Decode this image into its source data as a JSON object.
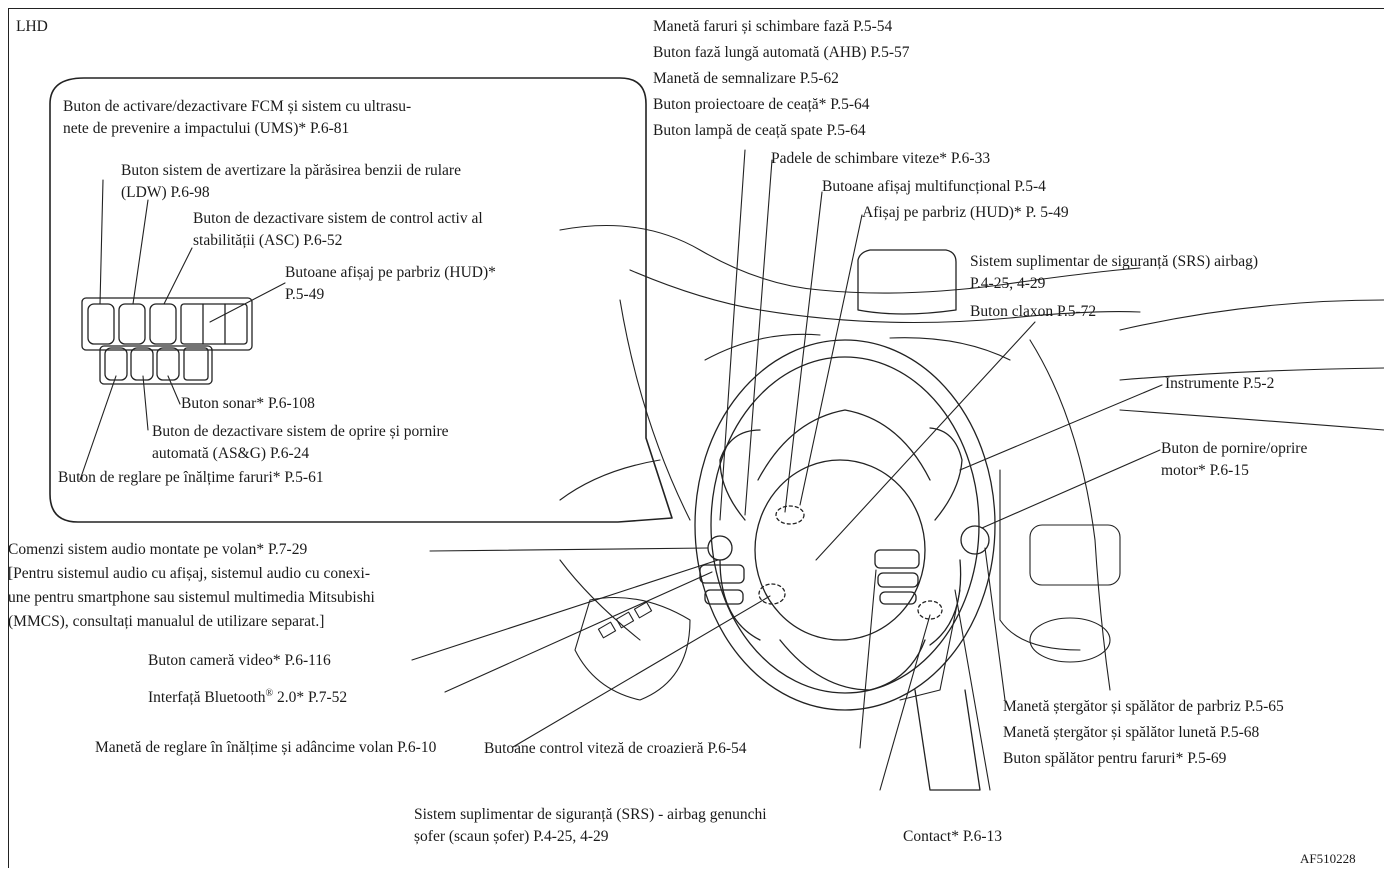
{
  "corner_label": "LHD",
  "figure_code": "AF510228",
  "callout_labels": {
    "fcm": [
      "Buton de activare/dezactivare FCM și sistem cu ultrasu-",
      "nete de prevenire a impactului (UMS)* P.6-81"
    ],
    "ldw": [
      "Buton sistem de avertizare la părăsirea benzii de rulare",
      "(LDW) P.6-98"
    ],
    "asc": [
      "Buton de dezactivare sistem de control activ al",
      "stabilității (ASC) P.6-52"
    ],
    "hud_buttons": [
      "Butoane afișaj pe parbriz (HUD)*",
      "P.5-49"
    ],
    "sonar": "Buton sonar* P.6-108",
    "asg": [
      "Buton de dezactivare sistem de oprire și pornire",
      "automată (AS&G) P.6-24"
    ],
    "headlamp_level": "Buton de reglare pe înălțime faruri* P.5-61"
  },
  "top_labels": [
    "Manetă faruri și schimbare fază P.5-54",
    "Buton fază lungă automată (AHB) P.5-57",
    "Manetă de semnalizare P.5-62",
    "Buton proiectoare de ceață* P.5-64",
    "Buton lampă de ceață spate P.5-64"
  ],
  "paddle_label": "Padele de schimbare viteze* P.6-33",
  "mfd_label": "Butoane afișaj multifuncțional P.5-4",
  "hud_label": "Afișaj pe parbriz (HUD)* P. 5-49",
  "srs_label": [
    "Sistem suplimentar de siguranță (SRS) airbag)",
    "P.4-25, 4-29"
  ],
  "horn_label": "Buton claxon P.5-72",
  "instruments_label": "Instrumente P.5-2",
  "engine_label": [
    "Buton de pornire/oprire",
    "motor* P.6-15"
  ],
  "audio_label": [
    "Comenzi sistem audio montate pe volan* P.7-29",
    "[Pentru sistemul audio cu afișaj, sistemul audio cu conexi-",
    "une pentru smartphone sau sistemul multimedia Mitsubishi",
    "(MMCS), consultați manualul de utilizare separat.]"
  ],
  "camera_label": "Buton cameră video* P.6-116",
  "bluetooth_label": {
    "pre": "Interfață Bluetooth",
    "sup": "®",
    "post": " 2.0* P.7-52"
  },
  "tilt_label": "Manetă de reglare în înălțime și adâncime volan P.6-10",
  "cruise_label": "Butoane control viteză de croazieră P.6-54",
  "knee_label": [
    "Sistem suplimentar de siguranță (SRS) - airbag genunchi",
    "șofer (scaun șofer) P.4-25, 4-29"
  ],
  "contact_label": "Contact* P.6-13",
  "wiper_labels": [
    "Manetă ștergător și spălător de parbriz P.5-65",
    "Manetă ștergător și spălător lunetă P.5-68",
    "Buton spălător pentru faruri* P.5-69"
  ]
}
